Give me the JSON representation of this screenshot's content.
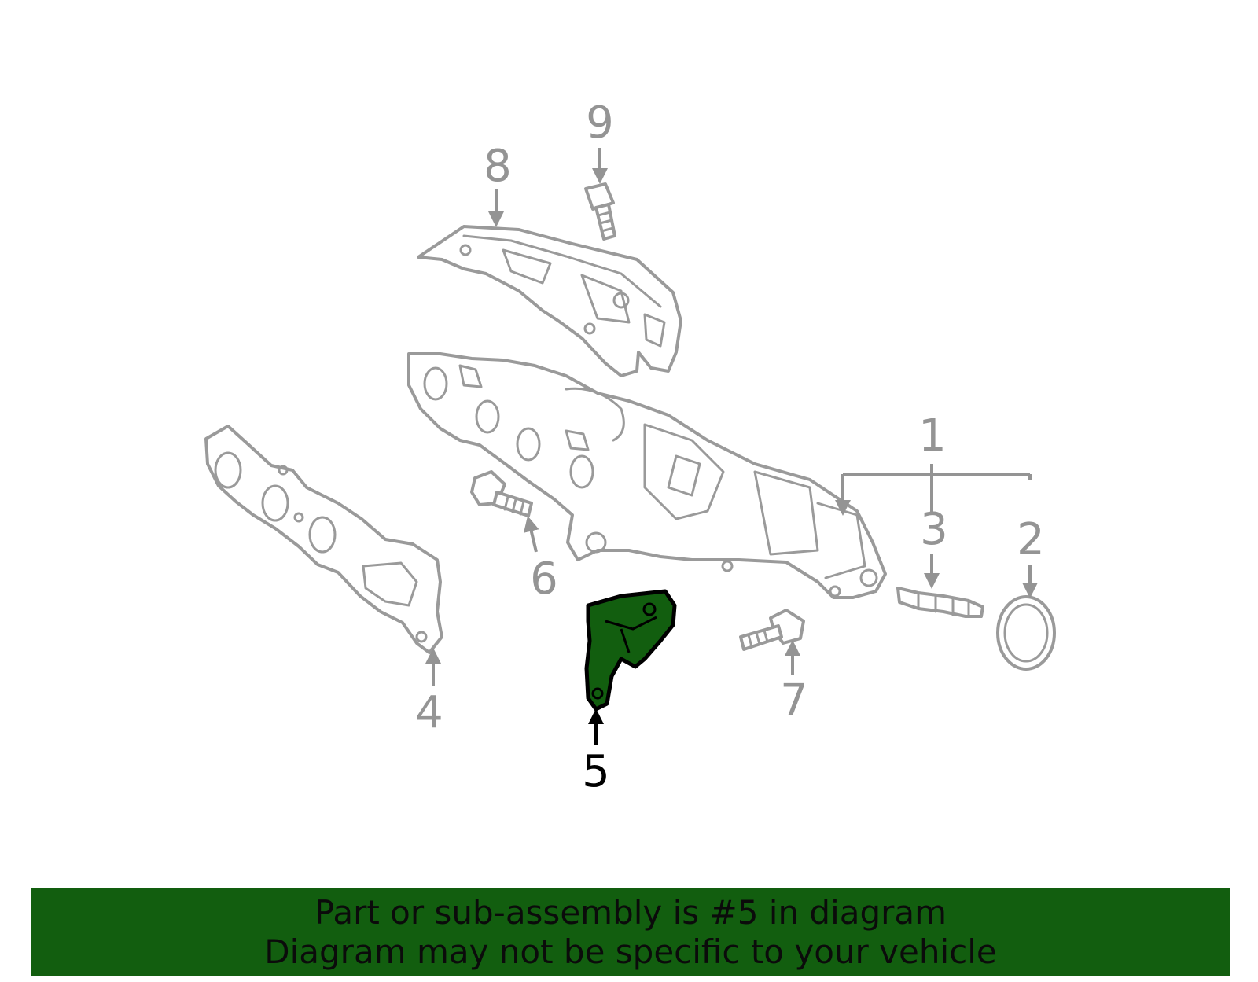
{
  "callouts": [
    "1",
    "2",
    "3",
    "4",
    "5",
    "6",
    "7",
    "8",
    "9"
  ],
  "highlighted_part": "5",
  "colors": {
    "highlight_fill": "#125e0f",
    "outline": "#9a9a9a",
    "label": "#949494",
    "banner_bg": "#125e0f",
    "banner_text": "#0b0b0b"
  },
  "banner": {
    "line1": "Part or sub-assembly is #5 in diagram",
    "line2": "Diagram may not be specific to your vehicle"
  }
}
